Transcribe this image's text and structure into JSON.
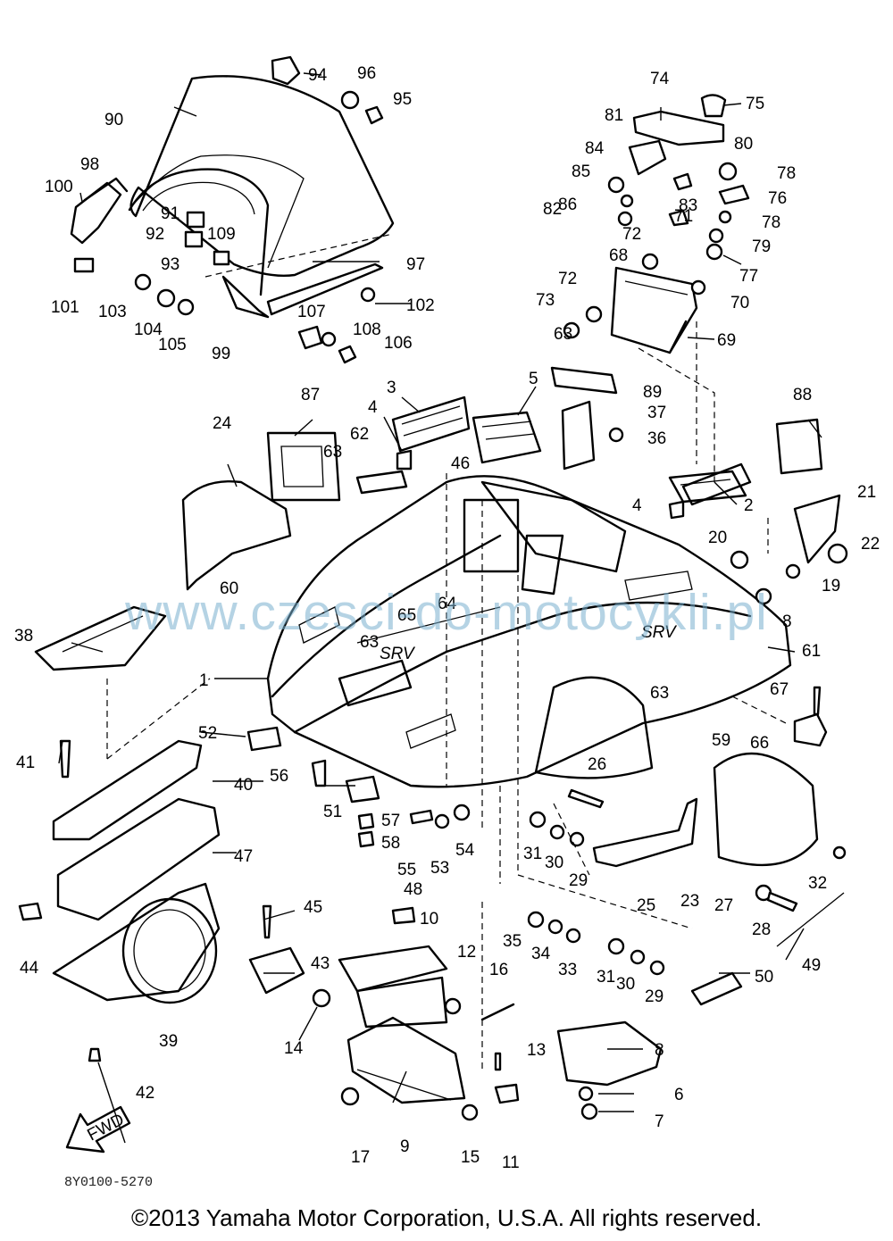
{
  "watermark": "www.czesci-do-motocykli.pl",
  "drawing_code": "8Y0100-5270",
  "copyright": "©2013 Yamaha Motor Corporation, U.S.A. All rights reserved.",
  "decal_text": "SRV",
  "direction_label": "FWD",
  "callouts": [
    "1",
    "2",
    "3",
    "4",
    "4",
    "5",
    "6",
    "7",
    "8",
    "8",
    "9",
    "10",
    "11",
    "12",
    "13",
    "14",
    "15",
    "16",
    "17",
    "19",
    "20",
    "21",
    "22",
    "23",
    "24",
    "25",
    "26",
    "27",
    "28",
    "29",
    "29",
    "30",
    "30",
    "31",
    "31",
    "32",
    "33",
    "34",
    "35",
    "36",
    "37",
    "38",
    "39",
    "40",
    "41",
    "42",
    "43",
    "44",
    "45",
    "46",
    "47",
    "48",
    "49",
    "50",
    "51",
    "52",
    "53",
    "54",
    "55",
    "56",
    "57",
    "58",
    "59",
    "60",
    "61",
    "62",
    "63",
    "63",
    "63",
    "63",
    "64",
    "65",
    "66",
    "67",
    "68",
    "69",
    "70",
    "71",
    "72",
    "72",
    "73",
    "74",
    "75",
    "76",
    "77",
    "78",
    "78",
    "79",
    "80",
    "81",
    "82",
    "83",
    "84",
    "85",
    "86",
    "87",
    "88",
    "89",
    "90",
    "91",
    "92",
    "93",
    "94",
    "95",
    "96",
    "97",
    "98",
    "99",
    "100",
    "101",
    "102",
    "103",
    "104",
    "105",
    "106",
    "107",
    "108",
    "109"
  ]
}
